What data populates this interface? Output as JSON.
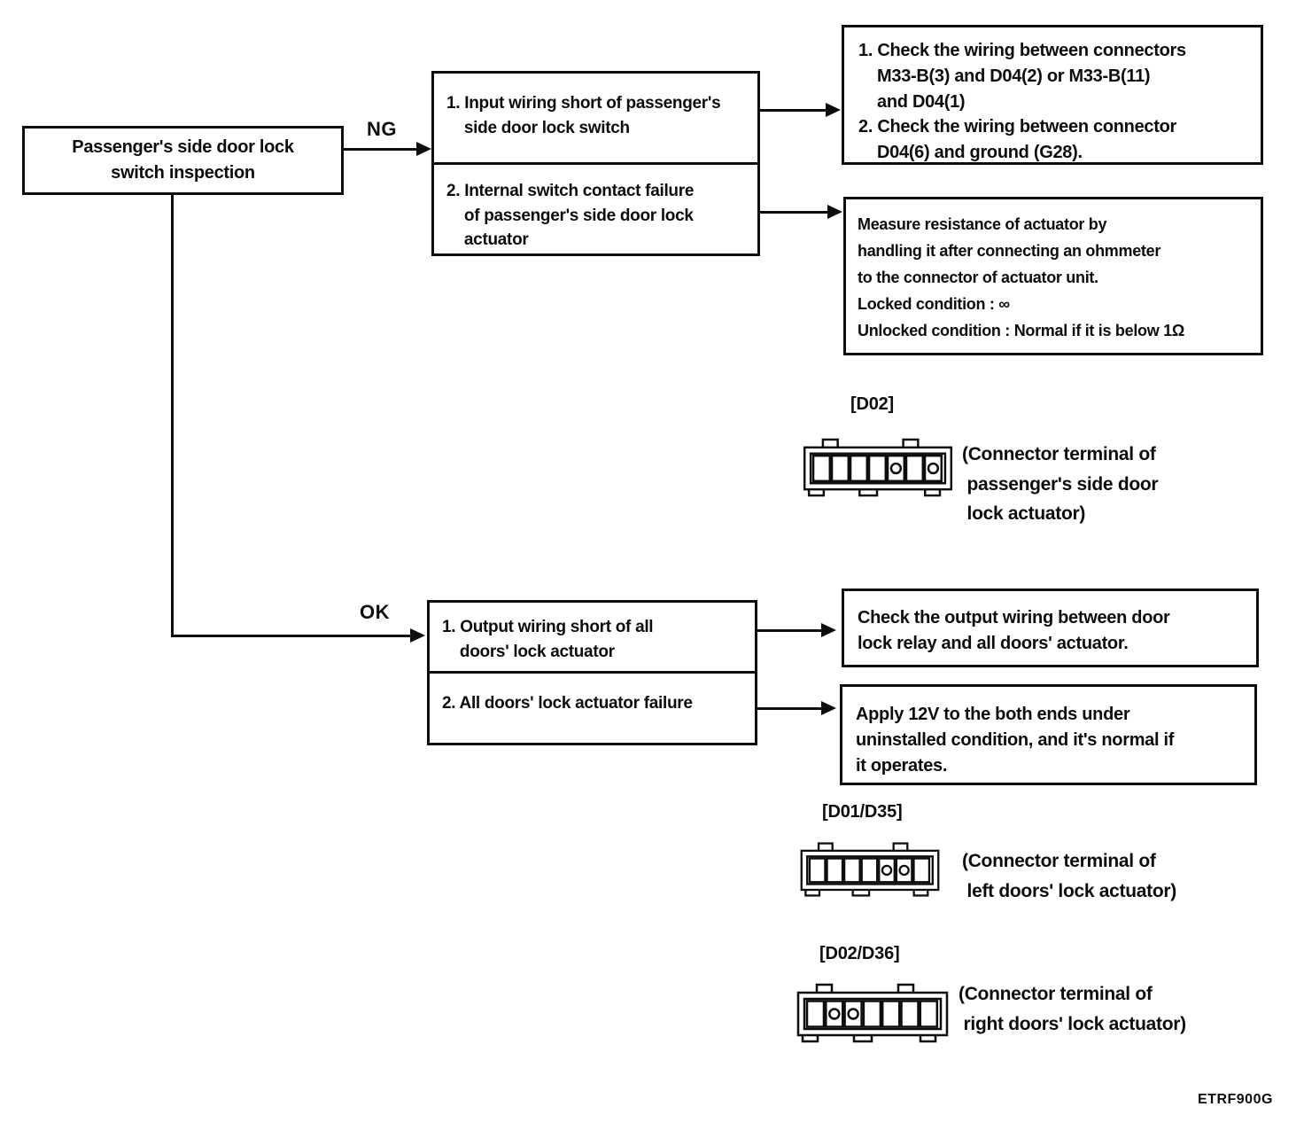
{
  "palette": {
    "ink": "#0d0d0d",
    "paper": "#ffffff"
  },
  "flow": {
    "start_label": "Passenger's side door lock\nswitch inspection",
    "ng_label": "NG",
    "ok_label": "OK",
    "ng_causes": {
      "item1": "1. Input wiring short of passenger's\n    side door lock switch",
      "item2": "2. Internal switch contact failure\n    of passenger's side door lock\n    actuator"
    },
    "ng_action_wiring": "1. Check the wiring between connectors\n    M33-B(3) and D04(2) or M33-B(11)\n    and D04(1)\n2. Check the wiring between connector\n    D04(6) and ground (G28).",
    "ng_action_measure": "Measure resistance of actuator by\nhandling it after connecting an ohmmeter\nto the connector of actuator unit.\nLocked condition : ∞\nUnlocked condition : Normal if it is below 1Ω",
    "ok_causes": {
      "item1": "1. Output wiring short of all\n    doors' lock actuator",
      "item2": "2. All doors' lock actuator failure"
    },
    "ok_action_wiring": "Check the output wiring between door\nlock relay and all doors' actuator.",
    "ok_action_apply": "Apply 12V to the both ends under\nuninstalled condition, and it's normal if\nit operates."
  },
  "connectors": [
    {
      "label": "[D02]",
      "caption": "(Connector terminal of\n passenger's side door\n lock actuator)",
      "cells": 7,
      "circle_cells": [
        5,
        7
      ]
    },
    {
      "label": "[D01/D35]",
      "caption": "(Connector terminal of\n left doors' lock actuator)",
      "cells": 7,
      "circle_cells": [
        5,
        6
      ]
    },
    {
      "label": "[D02/D36]",
      "caption": "(Connector terminal of\n right doors' lock actuator)",
      "cells": 7,
      "circle_cells": [
        2,
        3
      ]
    }
  ],
  "footer_code": "ETRF900G"
}
